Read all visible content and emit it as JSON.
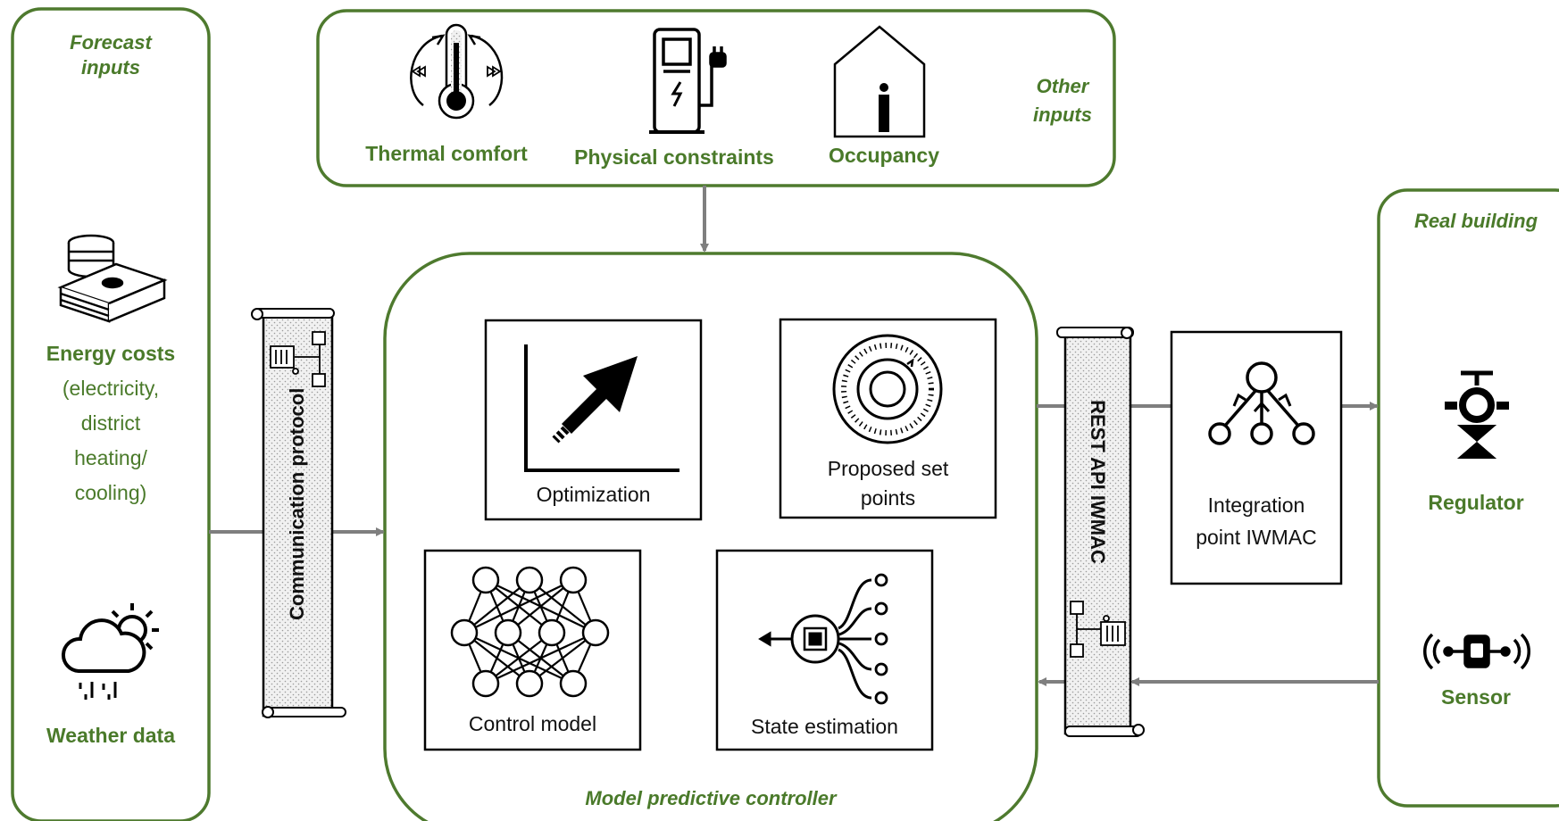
{
  "forecast": {
    "title_line1": "Forecast",
    "title_line2": "inputs",
    "energy_title": "Energy costs",
    "energy_lines": [
      "(electricity,",
      "district",
      "heating/",
      "cooling)"
    ],
    "weather_title": "Weather data"
  },
  "other_inputs": {
    "title_line1": "Other",
    "title_line2": "inputs",
    "items": [
      "Thermal comfort",
      "Physical constraints",
      "Occupancy"
    ]
  },
  "communication": {
    "label": "Communication protocol"
  },
  "controller": {
    "title": "Model predictive controller",
    "optimization": "Optimization",
    "setpoints_line1": "Proposed set",
    "setpoints_line2": "points",
    "control_model": "Control model",
    "state_estimation": "State estimation"
  },
  "rest_api": {
    "label": "REST API IWMAC"
  },
  "integration": {
    "line1": "Integration",
    "line2": "point IWMAC"
  },
  "real_building": {
    "title": "Real building",
    "regulator": "Regulator",
    "sensor": "Sensor"
  },
  "colors": {
    "green_border": "#4e7a2e",
    "green_text": "#4a7a2a",
    "arrow_gray": "#7f7f7f"
  }
}
